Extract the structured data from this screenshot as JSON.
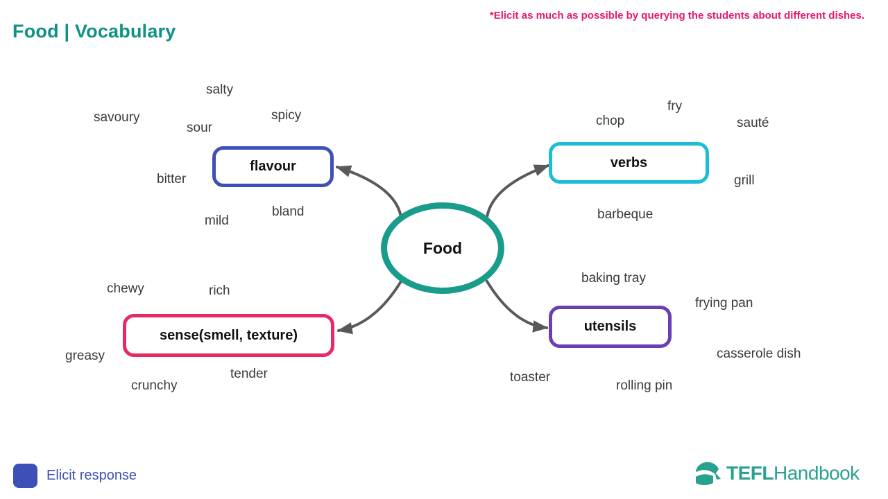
{
  "header": {
    "title": "Food | Vocabulary",
    "note": "*Elicit as much as possible by querying the students about different dishes."
  },
  "diagram": {
    "center_label": "Food",
    "branches": [
      {
        "id": "flavour",
        "label": "flavour",
        "border_color": "#3E4FB8",
        "words": [
          "salty",
          "savoury",
          "sour",
          "spicy",
          "bitter",
          "mild",
          "bland"
        ]
      },
      {
        "id": "verbs",
        "label": "verbs",
        "border_color": "#1BBCD6",
        "words": [
          "fry",
          "chop",
          "sauté",
          "grill",
          "barbeque"
        ]
      },
      {
        "id": "sense",
        "label": "sense(smell, texture)",
        "border_color": "#E72A63",
        "words": [
          "chewy",
          "rich",
          "greasy",
          "crunchy",
          "tender"
        ]
      },
      {
        "id": "utensils",
        "label": "utensils",
        "border_color": "#6B3FB4",
        "words": [
          "baking tray",
          "frying pan",
          "casserole dish",
          "toaster",
          "rolling pin"
        ]
      }
    ]
  },
  "legend": {
    "label": "Elicit response",
    "swatch_color": "#3E4FB8",
    "text_color": "#3E4FB8"
  },
  "logo": {
    "bold_part": "TEFL",
    "regular_part": "Handbook",
    "color": "#2AA08F"
  },
  "colors": {
    "title": "#0E9283",
    "note": "#E5196E",
    "center_border": "#199C8B",
    "arrow": "#595959",
    "word_text": "#3A3A3A"
  }
}
